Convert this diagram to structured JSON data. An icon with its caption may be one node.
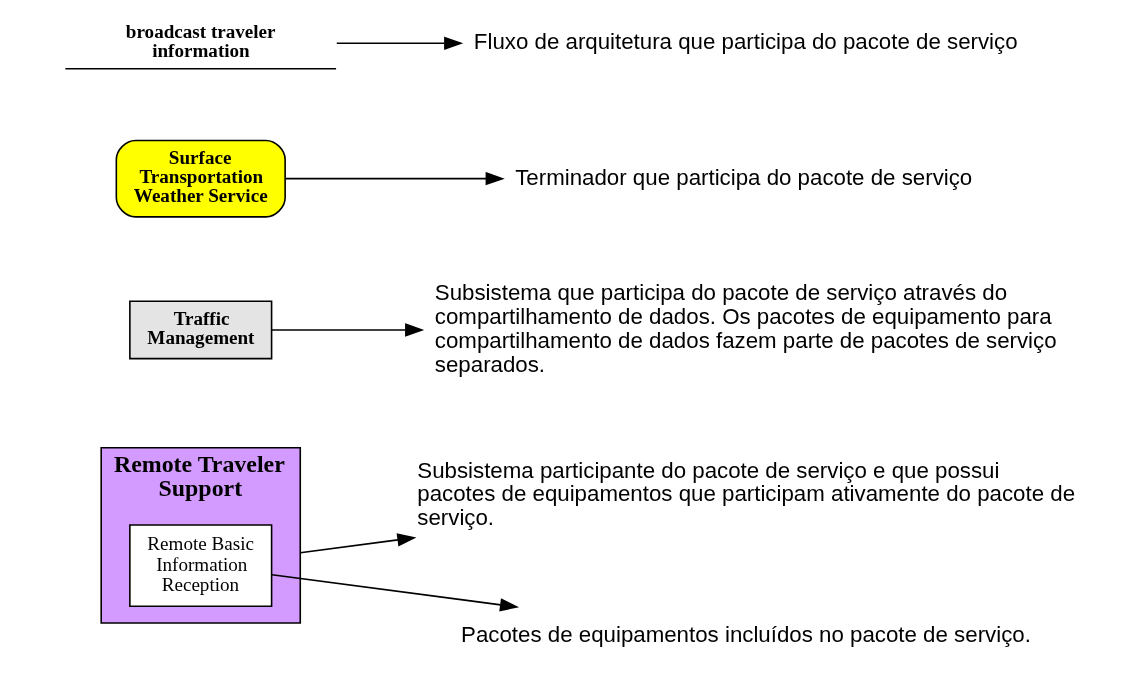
{
  "diagram": {
    "nodes": [
      {
        "text": [
          "Remote Traveler Support"
        ]
      },
      {
        "text": [
          "Remote Basic Information Reception"
        ],
        "in": 0
      },
      {
        "text": [
          "Subsistema participante do pacote de serviço e que possui pacotes de equipamentos que participam ativamente do pacote de serviço."
        ]
      },
      {
        "text": [
          "Pacotes de equipamentos incluídos no pacote de serviço."
        ]
      },
      {
        "text": [
          "Traffic Management"
        ]
      },
      {
        "text": [
          "Subsistema que participa do pacote de serviço através do compartilhamento de dados. Os pacotes de equipamento para compartilhamento de dados fazem parte de pacotes de serviço separados."
        ]
      },
      {
        "text": [
          "Surface Transportation Weather Service"
        ]
      },
      {
        "text": [
          "Terminador que participa do pacote de serviço"
        ]
      },
      {
        "text": [
          "broadcast traveler information"
        ]
      },
      {
        "text": [
          "Fluxo de arquitetura que participa do pacote de serviço"
        ]
      }
    ],
    "edges": [
      {
        "from": 0,
        "to": 2,
        "arrow": "to"
      },
      {
        "from": 1,
        "to": 3,
        "arrow": "to"
      },
      {
        "from": 4,
        "to": 5,
        "arrow": "to"
      },
      {
        "from": 6,
        "to": 7,
        "arrow": "to"
      },
      {
        "from": 8,
        "to": 9,
        "arrow": "to"
      }
    ]
  }
}
